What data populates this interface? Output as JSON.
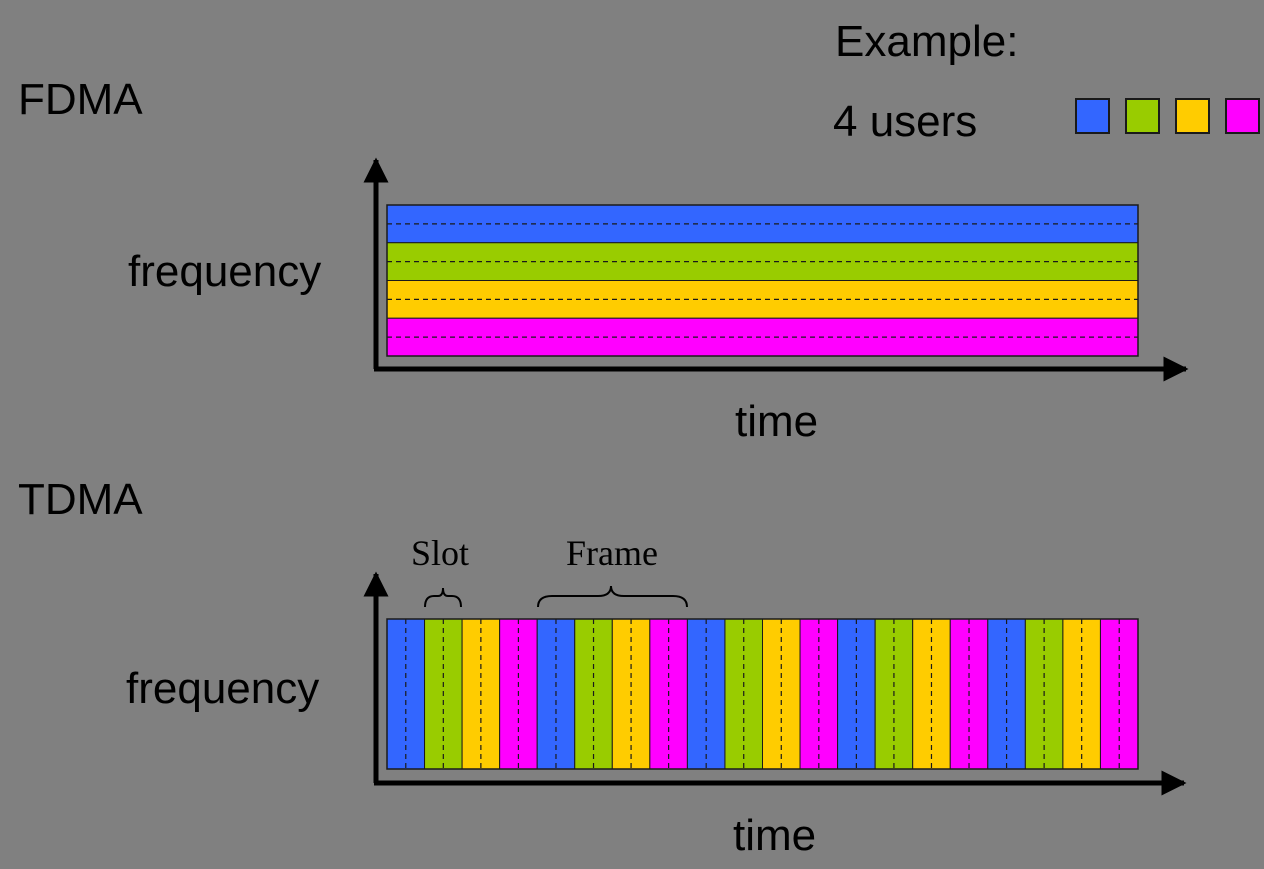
{
  "example": {
    "title": "Example:",
    "subtitle": "4 users"
  },
  "users": [
    {
      "color": "#3366FF"
    },
    {
      "color": "#99CC00"
    },
    {
      "color": "#FFCC00"
    },
    {
      "color": "#FF00FF"
    }
  ],
  "fdma": {
    "title": "FDMA",
    "ylabel": "frequency",
    "xlabel": "time"
  },
  "tdma": {
    "title": "TDMA",
    "ylabel": "frequency",
    "xlabel": "time",
    "slot_label": "Slot",
    "frame_label": "Frame",
    "slot_count": 20
  }
}
